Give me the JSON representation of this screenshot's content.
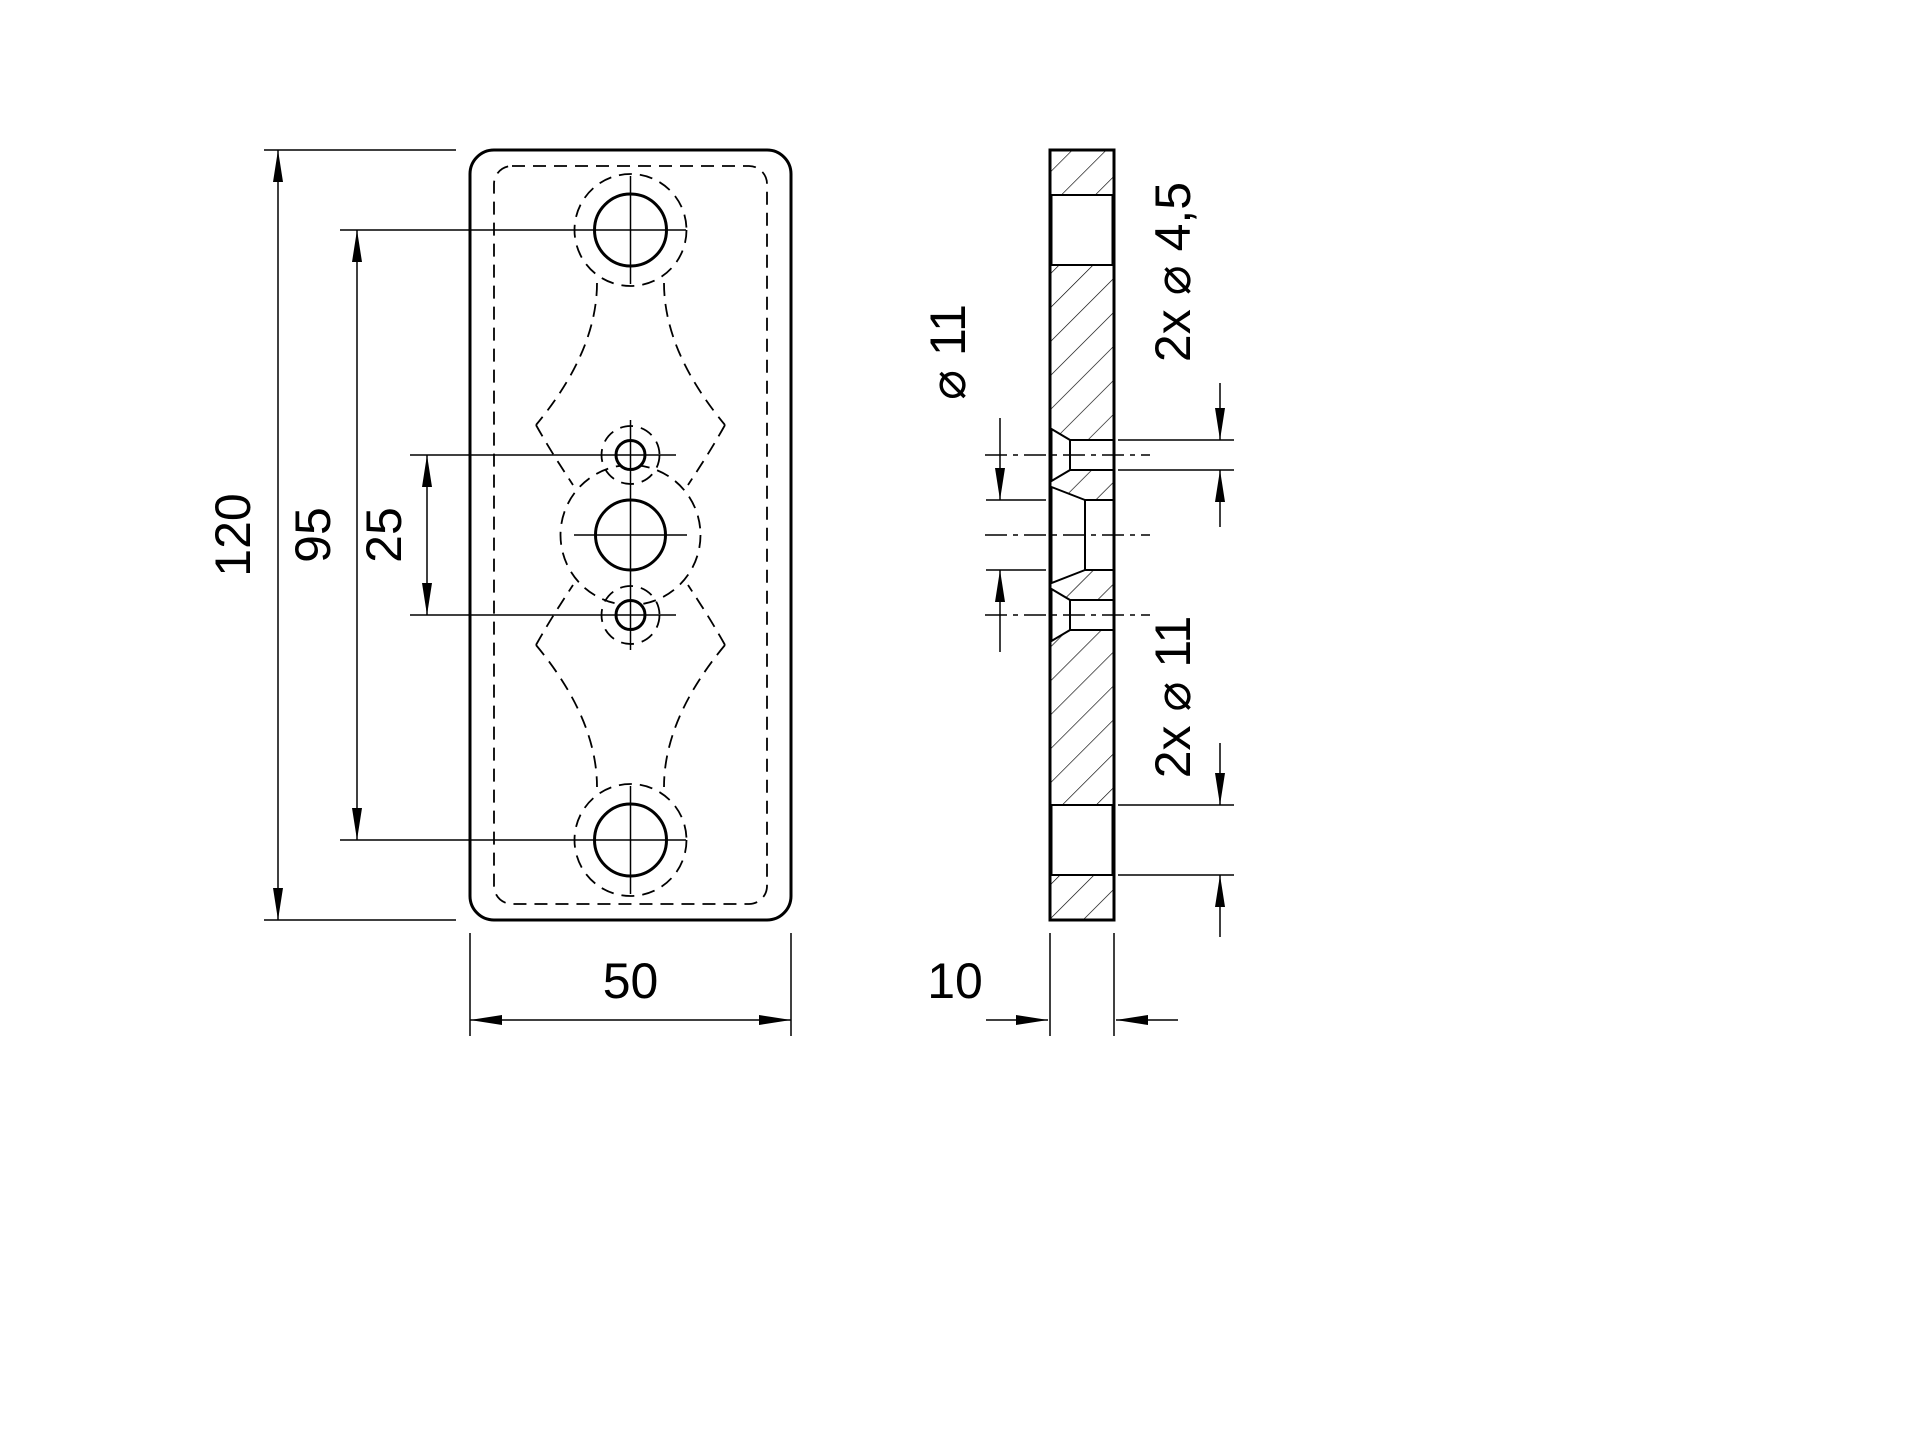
{
  "drawing": {
    "background_color": "#ffffff",
    "line_color": "#000000",
    "front_view": {
      "dimensions": {
        "overall_height": "120",
        "outer_hole_spacing": "95",
        "small_hole_spacing": "25",
        "overall_width": "50"
      }
    },
    "section_view": {
      "dimensions": {
        "thickness": "10"
      },
      "hole_labels": {
        "center_hole": "⌀ 11",
        "small_holes": "2x ⌀ 4,5",
        "outer_holes": "2x ⌀ 11"
      }
    }
  }
}
